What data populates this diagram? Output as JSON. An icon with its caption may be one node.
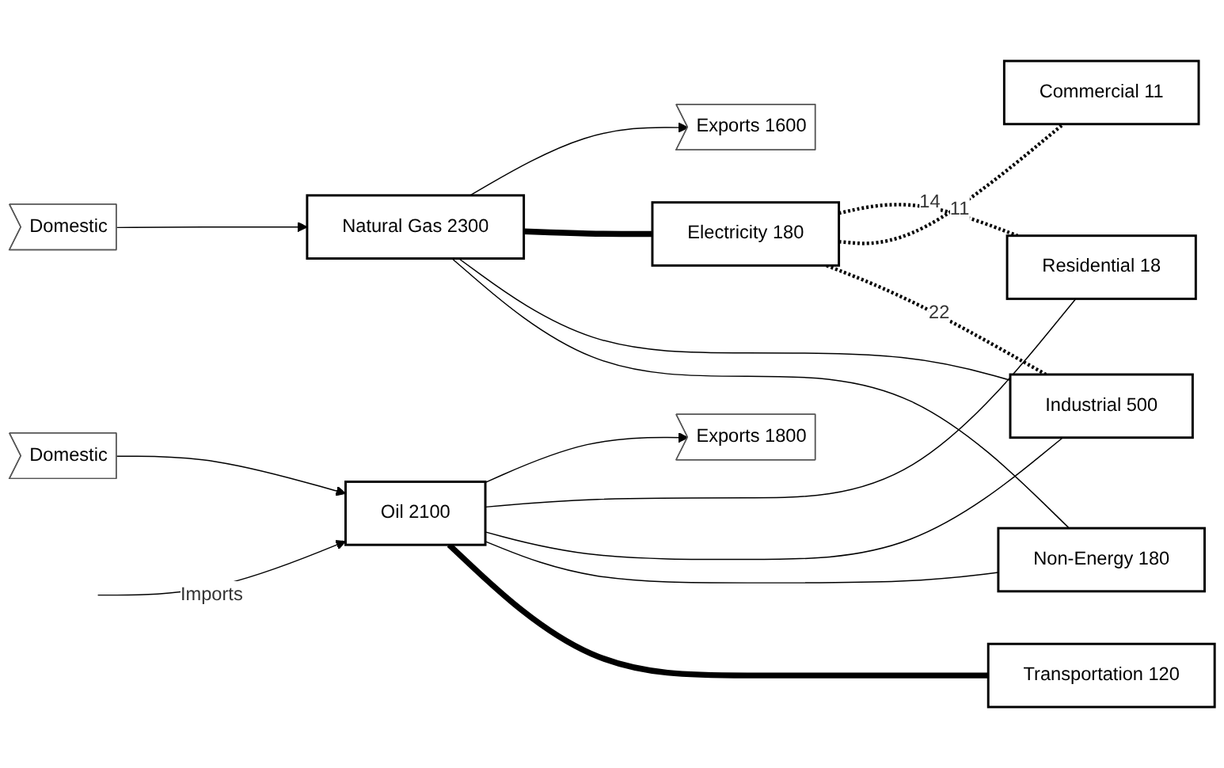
{
  "diagram": {
    "nodes": [
      {
        "text": [
          "Domestic"
        ]
      },
      {
        "text": [
          "Natural Gas 2300"
        ]
      },
      {
        "text": [
          "Exports 1600"
        ]
      },
      {
        "text": [
          "Electricity 180"
        ]
      },
      {
        "text": [
          "Residential 18"
        ]
      },
      {
        "text": [
          "Commercial 11"
        ]
      },
      {
        "text": [
          "Industrial 500"
        ]
      },
      {
        "text": [
          "Domestic"
        ]
      },
      {
        "text": [
          "Oil 2100"
        ]
      },
      {
        "text": [
          "Exports 1800"
        ]
      },
      {
        "text": [
          "Non-Energy 180"
        ]
      },
      {
        "text": [
          "Transportation 120"
        ]
      }
    ],
    "edges": [
      {
        "from": 0,
        "to": 1,
        "arrow": "to"
      },
      {
        "from": 1,
        "to": 2,
        "arrow": "to"
      },
      {
        "from": 1,
        "to": 3,
        "arrow": "none",
        "style": "thick"
      },
      {
        "from": 3,
        "to": 4,
        "arrow": "none",
        "style": "dashed",
        "label": "14"
      },
      {
        "from": 3,
        "to": 5,
        "arrow": "none",
        "style": "dashed",
        "label": "11"
      },
      {
        "from": 3,
        "to": 6,
        "arrow": "none",
        "style": "dashed",
        "label": "22"
      },
      {
        "from": 1,
        "to": 6,
        "arrow": "none"
      },
      {
        "from": 1,
        "to": 10,
        "arrow": "none"
      },
      {
        "from": 7,
        "to": 8,
        "arrow": "to"
      },
      {
        "from": 8,
        "to": 9,
        "arrow": "to"
      },
      {
        "from": null,
        "to": 8,
        "arrow": "to",
        "label": "Imports"
      },
      {
        "from": 8,
        "to": 4,
        "arrow": "none"
      },
      {
        "from": 8,
        "to": 6,
        "arrow": "none"
      },
      {
        "from": 8,
        "to": 10,
        "arrow": "none"
      },
      {
        "from": 8,
        "to": 11,
        "arrow": "none",
        "style": "thick"
      }
    ]
  }
}
